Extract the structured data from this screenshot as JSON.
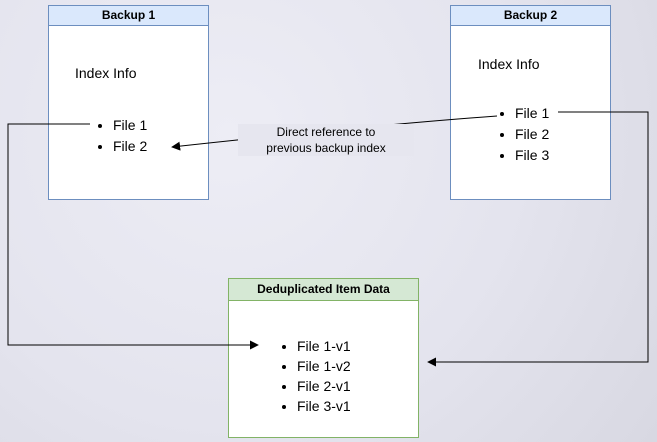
{
  "diagram": {
    "backup1": {
      "title": "Backup 1",
      "section": "Index Info",
      "files": [
        "File 1",
        "File 2"
      ]
    },
    "backup2": {
      "title": "Backup 2",
      "section": "Index Info",
      "files": [
        "File 1",
        "File 2",
        "File 3"
      ]
    },
    "dedup": {
      "title": "Deduplicated Item Data",
      "files": [
        "File 1-v1",
        "File 1-v2",
        "File 2-v1",
        "File 3-v1"
      ]
    },
    "annotation": {
      "line1": "Direct reference to",
      "line2": "previous backup index"
    }
  },
  "colors": {
    "blue_border": "#6c8ebf",
    "blue_fill": "#dae8fc",
    "green_border": "#82b366",
    "green_fill": "#d5e8d4",
    "arrow": "#000000",
    "box_body": "#ffffff"
  }
}
